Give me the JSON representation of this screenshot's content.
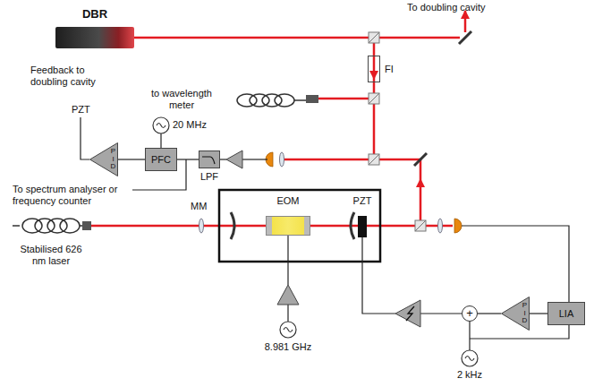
{
  "diagram": {
    "nodes": [
      {
        "text": [
          "DBR"
        ]
      },
      {
        "text": [
          "FI"
        ]
      },
      {
        "text": [
          "PFC"
        ]
      },
      {
        "text": [
          "LPF"
        ]
      },
      {
        "text": [
          "P I D"
        ]
      },
      {
        "text": [
          "EOM"
        ]
      },
      {
        "text": [
          "PZT"
        ]
      },
      {
        "text": [
          "LIA"
        ]
      },
      {
        "text": [
          "P I D"
        ]
      },
      {
        "text": [
          "+"
        ]
      }
    ],
    "edges": [
      {
        "from": 3,
        "to": 2,
        "arrow": "none"
      },
      {
        "from": 2,
        "to": 4,
        "arrow": "none"
      },
      {
        "from": 7,
        "to": 8,
        "arrow": "none"
      },
      {
        "from": 8,
        "to": 9,
        "arrow": "none"
      }
    ],
    "labels": [
      "To doubling cavity",
      "to wavelength meter",
      "Feedback to doubling cavity",
      "PZT",
      "20 MHz",
      "To spectrum analyser or frequency counter",
      "MM",
      "Stabilised 626 nm laser",
      "8.981 GHz",
      "2 kHz"
    ]
  }
}
